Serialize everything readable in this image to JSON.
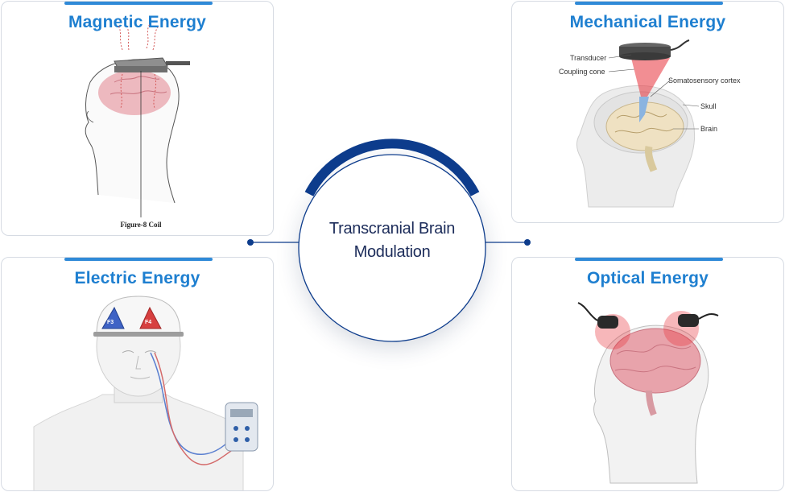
{
  "center": {
    "title_line1": "Transcranial Brain",
    "title_line2": "Modulation"
  },
  "cards": {
    "magnetic": {
      "title": "Magnetic Energy",
      "caption": "Figure-8 Coil"
    },
    "mechanical": {
      "title": "Mechanical Energy",
      "labels": {
        "transducer": "Transducer",
        "coupling_cone": "Coupling cone",
        "somatosensory_cortex": "Somatosensory cortex",
        "skull": "Skull",
        "brain": "Brain"
      }
    },
    "electric": {
      "title": "Electric Energy",
      "electrodes": [
        "F3",
        "F4"
      ]
    },
    "optical": {
      "title": "Optical Energy"
    }
  },
  "colors": {
    "accent": "#1e7fd0",
    "connector": "#0d3c8c",
    "arc": "#0d3c8c",
    "brain_pink": "#e8a3ab",
    "laser_red": "#e8323a"
  }
}
